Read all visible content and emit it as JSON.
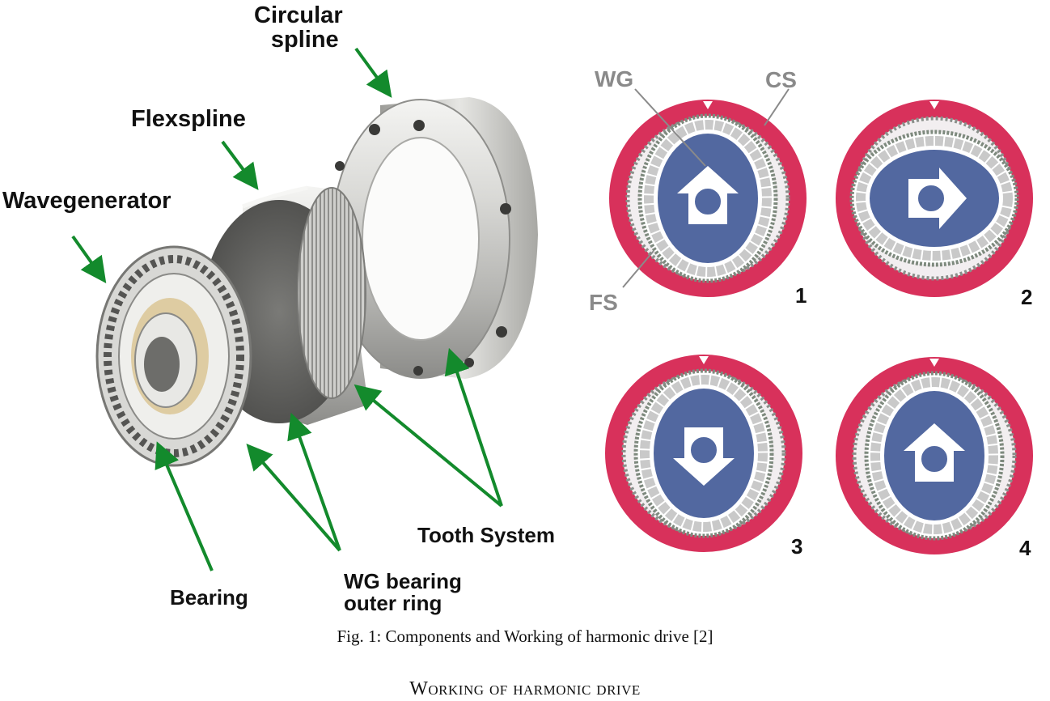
{
  "labels": {
    "circular_spline": "Circular spline",
    "circular_spline_l1": "Circular",
    "circular_spline_l2": "spline",
    "flexspline": "Flexspline",
    "wavegenerator": "Wavegenerator",
    "tooth_system": "Tooth System",
    "bearing": "Bearing",
    "wg_bearing_outer_ring_l1": "WG bearing",
    "wg_bearing_outer_ring_l2": "outer ring"
  },
  "diagram_labels": {
    "wg": "WG",
    "cs": "CS",
    "fs": "FS"
  },
  "panels": [
    {
      "number": "1",
      "arrow": "up"
    },
    {
      "number": "2",
      "arrow": "right"
    },
    {
      "number": "3",
      "arrow": "down"
    },
    {
      "number": "4",
      "arrow": "up"
    }
  ],
  "caption": "Fig. 1: Components and Working of harmonic drive [2]",
  "section_heading": "Working of harmonic drive",
  "colors": {
    "arrow_green": "#138a2c",
    "circular_spline_red": "#d8315b",
    "wave_generator_blue": "#5268a0",
    "label_gray": "#8a8a8a"
  }
}
